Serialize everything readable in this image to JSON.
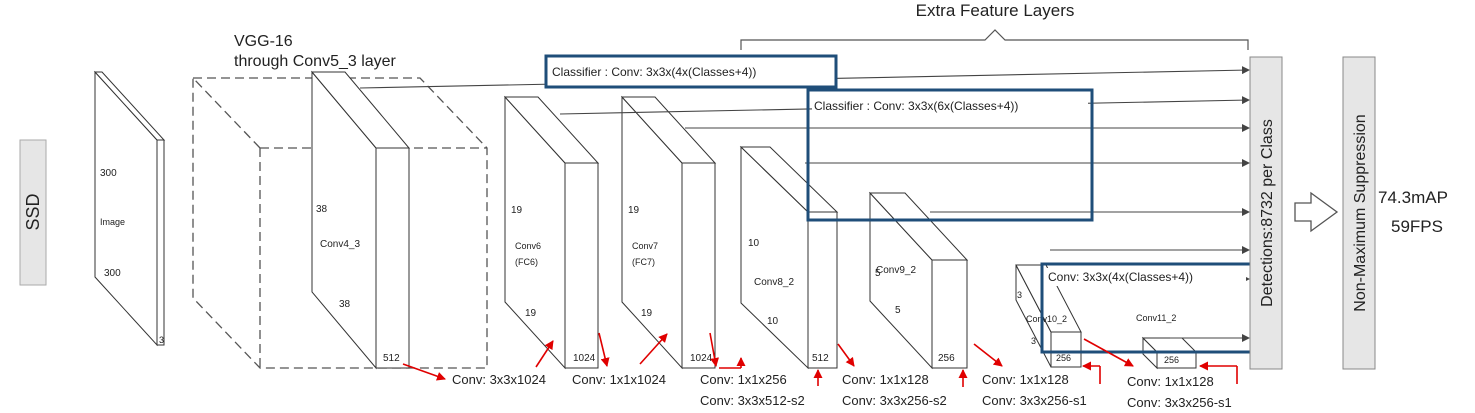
{
  "header": {
    "extra_feature_layers": "Extra Feature Layers",
    "vgg_line1": "VGG-16",
    "vgg_line2": "through Conv5_3 layer"
  },
  "left_label": "SSD",
  "input": {
    "size_top": "300",
    "label": "Image",
    "size_bottom": "300",
    "depth": "3"
  },
  "conv4": {
    "size_top": "38",
    "label": "Conv4_3",
    "size_bottom": "38",
    "depth": "512"
  },
  "conv6": {
    "size_top": "19",
    "label1": "Conv6",
    "label2": "(FC6)",
    "size_bottom": "19",
    "depth": "1024"
  },
  "conv7": {
    "size_top": "19",
    "label1": "Conv7",
    "label2": "(FC7)",
    "size_bottom": "19",
    "depth": "1024"
  },
  "conv8": {
    "size_top": "10",
    "label": "Conv8_2",
    "size_bottom": "10",
    "depth": "512"
  },
  "conv9": {
    "size_top": "5",
    "label": "Conv9_2",
    "size_bottom": "5",
    "depth": "256"
  },
  "conv10": {
    "size_top": "3",
    "label": "Conv10_2",
    "size_bottom": "3",
    "depth": "256"
  },
  "conv11": {
    "label": "Conv11_2",
    "depth": "256"
  },
  "classifiers": {
    "c1": "Classifier : Conv: 3x3x(4x(Classes+4))",
    "c2": "Classifier : Conv: 3x3x(6x(Classes+4))",
    "c3": "Conv: 3x3x(4x(Classes+4))"
  },
  "convs": {
    "a": "Conv: 3x3x1024",
    "b": "Conv: 1x1x1024",
    "c1": "Conv: 1x1x256",
    "c2": "Conv:  3x3x512-s2",
    "d1": "Conv: 1x1x128",
    "d2": "Conv: 3x3x256-s2",
    "e1": "Conv: 1x1x128",
    "e2": "Conv: 3x3x256-s1",
    "f1": "Conv: 1x1x128",
    "f2": "Conv: 3x3x256-s1"
  },
  "detections": "Detections:8732  per Class",
  "nms": "Non-Maximum Suppression",
  "result": {
    "map": "74.3mAP",
    "fps": "59FPS"
  },
  "colors": {
    "classifier_box": "#1f4e79",
    "arrow_red": "#e00000",
    "line": "#444444",
    "label_bg": "#e6e6e6"
  }
}
